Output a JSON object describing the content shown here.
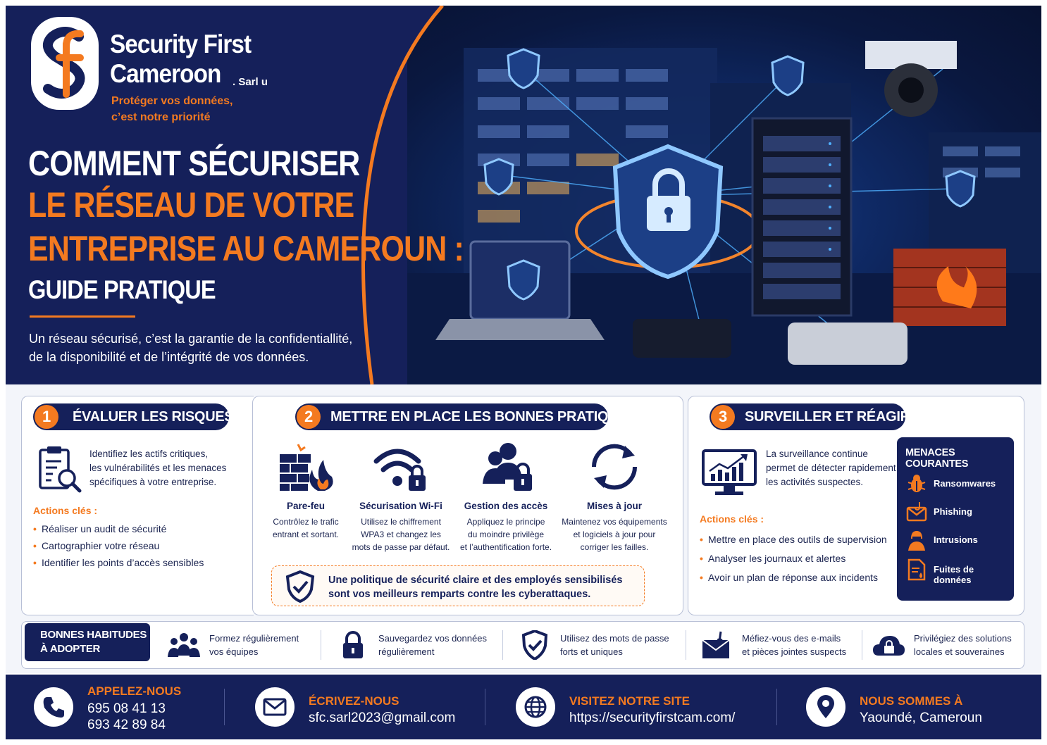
{
  "brand": {
    "name_line1": "Security First",
    "name_line2": "Cameroon",
    "suffix": ". Sarl u",
    "tagline_line1": "Protéger vos données,",
    "tagline_line2": "c’est notre priorité",
    "logo_letters": "SF"
  },
  "hero": {
    "title_line1": "COMMENT SÉCURISER",
    "title_line2": "LE RÉSEAU DE VOTRE",
    "title_line3": "ENTREPRISE AU CAMEROUN :",
    "subtitle": "GUIDE PRATIQUE",
    "lead_line1": "Un réseau sécurisé, c’est la garantie de la confidentiallité,",
    "lead_line2": "de la disponibilité et de l’intégrité de vos données."
  },
  "sections": {
    "s1": {
      "number": "1",
      "title": "ÉVALUER LES RISQUES",
      "icon": "clipboard-search-icon",
      "desc_line1": "Identifiez les actifs critiques,",
      "desc_line2": "les vulnérabilités et les menaces",
      "desc_line3": "spécifiques à votre entreprise.",
      "actions_title": "Actions clés :",
      "actions": [
        "Réaliser un audit de sécurité",
        "Cartographier votre réseau",
        "Identifier les points d’accès sensibles"
      ]
    },
    "s2": {
      "number": "2",
      "title": "METTRE EN PLACE LES BONNES PRATIQUES",
      "practices": [
        {
          "icon": "firewall-icon",
          "title": "Pare-feu",
          "line1": "Contrôlez le trafic",
          "line2": "entrant et sortant.",
          "line3": ""
        },
        {
          "icon": "wifi-lock-icon",
          "title": "Sécurisation Wi-Fi",
          "line1": "Utilisez le chiffrement",
          "line2": "WPA3 et changez les",
          "line3": "mots de passe par défaut."
        },
        {
          "icon": "users-lock-icon",
          "title": "Gestion des accès",
          "line1": "Appliquez le principe",
          "line2": "du moindre privilège",
          "line3": "et l’authentification forte."
        },
        {
          "icon": "refresh-icon",
          "title": "Mises à jour",
          "line1": "Maintenez vos équipements",
          "line2": "et logiciels à jour pour",
          "line3": "corriger les failles."
        }
      ],
      "policy_line1": "Une politique de sécurité claire et des employés sensibilisés",
      "policy_line2": "sont vos meilleurs remparts contre les cyberattaques."
    },
    "s3": {
      "number": "3",
      "title": "SURVEILLER ET RÉAGIR",
      "icon": "monitor-chart-icon",
      "desc_line1": "La surveillance continue",
      "desc_line2": "permet de détecter rapidement",
      "desc_line3": "les activités suspectes.",
      "actions_title": "Actions clés :",
      "actions": [
        "Mettre en place des outils de supervision",
        "Analyser les journaux et alertes",
        "Avoir un plan de réponse aux incidents"
      ],
      "threats_title": "MENACES COURANTES",
      "threats": [
        {
          "icon": "bug-icon",
          "label": "Ransomwares"
        },
        {
          "icon": "phishing-mail-icon",
          "label": "Phishing"
        },
        {
          "icon": "hacker-icon",
          "label": "Intrusions"
        },
        {
          "icon": "data-leak-icon",
          "label": "Fuites de données"
        }
      ]
    }
  },
  "habits": {
    "label_line1": "BONNES HABITUDES",
    "label_line2": "À ADOPTER",
    "items": [
      {
        "icon": "team-icon",
        "line1": "Formez régulièrement",
        "line2": "vos équipes"
      },
      {
        "icon": "lock-icon",
        "line1": "Sauvegardez vos données",
        "line2": "régulièrement"
      },
      {
        "icon": "shield-check-icon",
        "line1": "Utilisez des mots de passe",
        "line2": "forts et uniques"
      },
      {
        "icon": "mail-warning-icon",
        "line1": "Méfiez-vous des e-mails",
        "line2": "et pièces jointes suspects"
      },
      {
        "icon": "cloud-lock-icon",
        "line1": "Privilégiez des solutions",
        "line2": "locales et souveraines"
      }
    ]
  },
  "footer": {
    "call": {
      "icon": "phone-icon",
      "title": "APPELEZ-NOUS",
      "line1": "695 08 41 13",
      "line2": "693 42 89 84"
    },
    "mail": {
      "icon": "envelope-icon",
      "title": "ÉCRIVEZ-NOUS",
      "value": "sfc.sarl2023@gmail.com"
    },
    "site": {
      "icon": "globe-icon",
      "title": "VISITEZ NOTRE SITE",
      "value": "https://securityfirstcam.com/"
    },
    "location": {
      "icon": "map-pin-icon",
      "title": "NOUS SOMMES À",
      "value": "Yaoundé, Cameroun"
    }
  },
  "colors": {
    "navy": "#15205a",
    "orange": "#f47a20",
    "glow": "#3aa0ff"
  }
}
